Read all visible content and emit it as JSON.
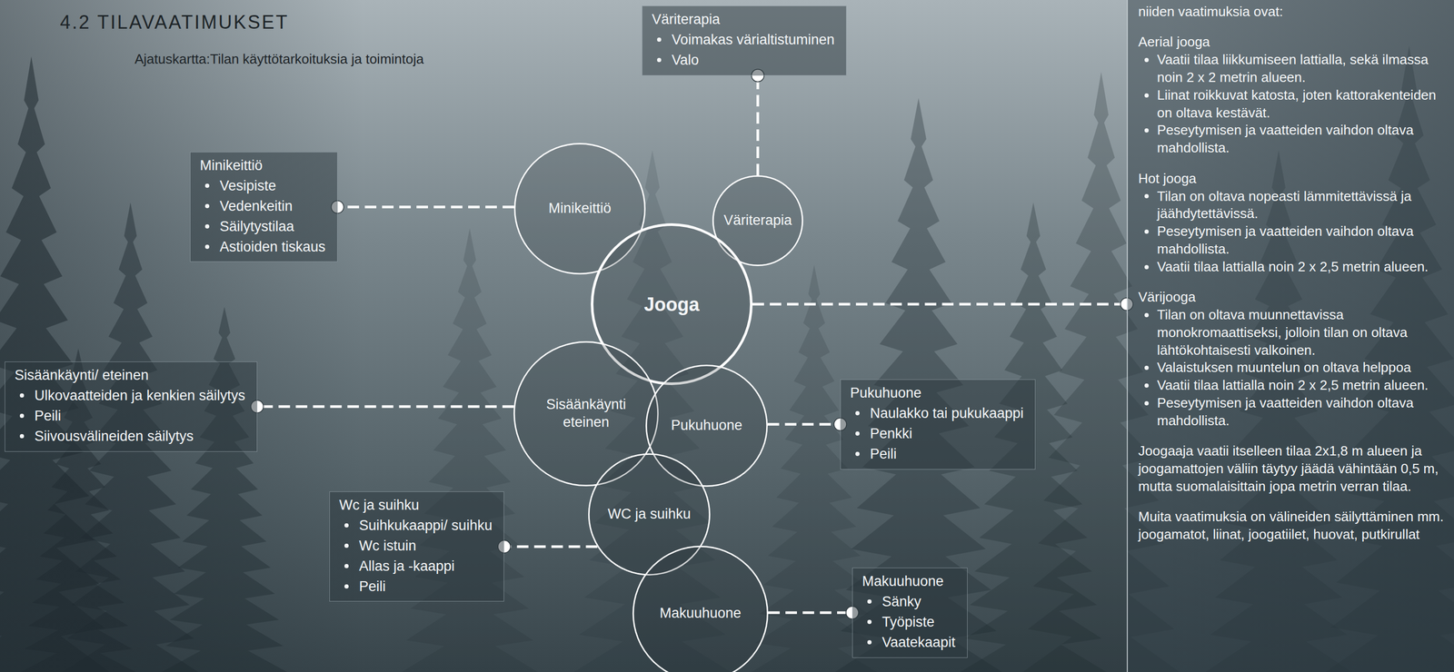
{
  "diagram": {
    "title": "4.2 TILAVAATIMUKSET",
    "nodes": [
      {
        "text": [
          "Väriterapia",
          "Voimakas värialtistuminen",
          "Valo"
        ]
      },
      {
        "text": [
          "Minikeittiö",
          "Vesipiste",
          "Vedenkeitin",
          "Säilytystilaa",
          "Astioiden tiskaus"
        ]
      },
      {
        "text": [
          "Minikeittiö"
        ]
      },
      {
        "text": [
          "Väriterapia"
        ]
      },
      {
        "text": [
          "Jooga"
        ]
      },
      {
        "text": [
          "niiden vaatimuksia ovat:",
          "Aerial jooga",
          "Vaatii tilaa liikkumiseen lattialla, sekä ilmassa noin 2 x 2 metrin alueen.",
          "Liinat roikkuvat katosta, joten kattorakenteiden on oltava kestävät.",
          "Peseytymisen ja vaatteiden vaihdon oltava mahdollista.",
          "Hot jooga",
          "Tilan on oltava nopeasti lämmitettävissä ja jäähdytettävissä.",
          "Peseytymisen ja vaatteiden vaihdon oltava mahdollista.",
          "Vaatii tilaa lattialla noin 2 x 2,5 metrin alueen.",
          "Värijooga",
          "Tilan on oltava muunnettavissa monokromaattiseksi, jolloin tilan on oltava lähtökohtaisesti valkoinen.",
          "Valaistuksen muuntelun on oltava helppoa",
          "Vaatii tilaa lattialla noin 2 x 2,5 metrin alueen.",
          "Peseytymisen ja vaatteiden vaihdon oltava mahdollista.",
          "Joogaaja vaatii itselleen tilaa 2x1,8 m alueen ja joogamattojen väliin täytyy jäädä vähintään 0,5 m, mutta suomalaisittain jopa metrin verran tilaa.",
          "Muita vaatimuksia on välineiden säilyttäminen mm. joogamatot, liinat, joogatiilet, huovat, putkirullat"
        ]
      },
      {
        "text": [
          "Sisäänkäynti/ eteinen",
          "Ulkovaatteiden ja kenkien säilytys",
          "Peili",
          "Siivousvälineiden säilytys"
        ]
      },
      {
        "text": [
          "Sisäänkäynti eteinen"
        ]
      },
      {
        "text": [
          "Pukuhuone"
        ]
      },
      {
        "text": [
          "Pukuhuone",
          "Naulakko tai pukukaappi",
          "Penkki",
          "Peili"
        ]
      },
      {
        "text": [
          "Wc ja suihku",
          "Suihkukaappi/ suihku",
          "Wc istuin",
          "Allas ja -kaappi",
          "Peili"
        ]
      },
      {
        "text": [
          "WC ja suihku"
        ]
      },
      {
        "text": [
          "Makuuhuone"
        ]
      },
      {
        "text": [
          "Makuuhuone",
          "Sänky",
          "Työpiste",
          "Vaatekaapit"
        ]
      }
    ],
    "edges": [
      {
        "from": 3,
        "to": 0,
        "arrow": "none"
      },
      {
        "from": 2,
        "to": 1,
        "arrow": "none"
      },
      {
        "from": 4,
        "to": 5,
        "arrow": "none"
      },
      {
        "from": 7,
        "to": 6,
        "arrow": "none"
      },
      {
        "from": 8,
        "to": 9,
        "arrow": "none"
      },
      {
        "from": 11,
        "to": 10,
        "arrow": "none"
      },
      {
        "from": 12,
        "to": 13,
        "arrow": "none"
      }
    ],
    "labels": [
      "Ajatuskartta:Tilan käyttötarkoituksia ja toimintoja"
    ]
  }
}
